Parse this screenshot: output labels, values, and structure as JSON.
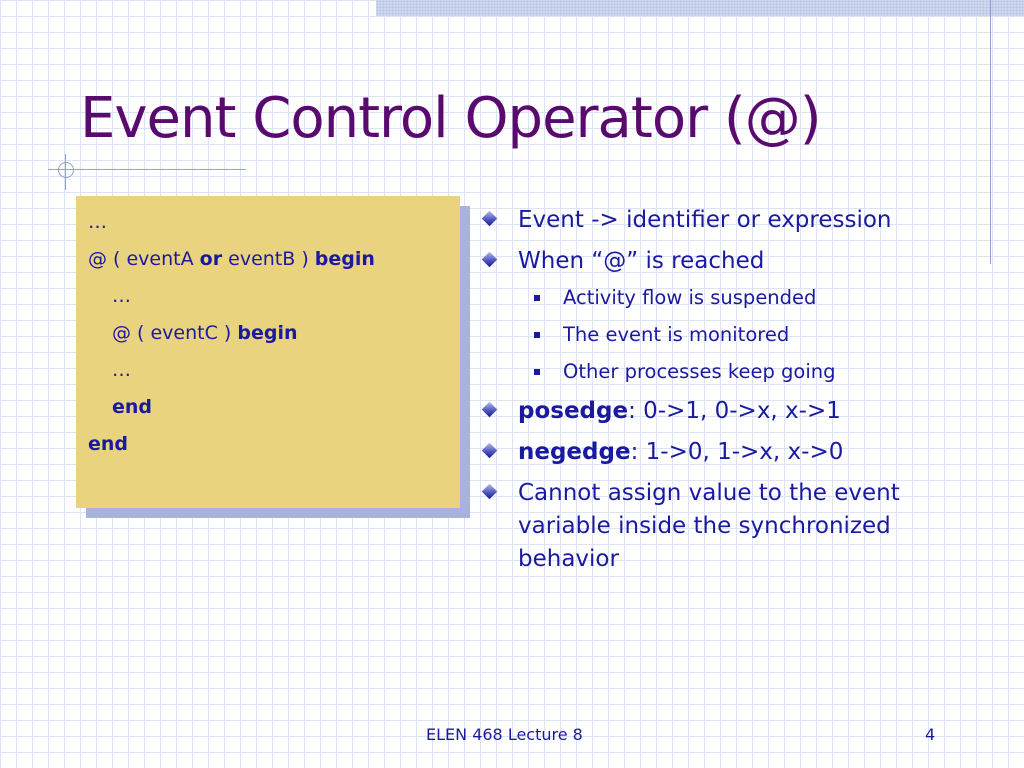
{
  "slide": {
    "title": "Event Control Operator (@)",
    "code": {
      "line1": "…",
      "line2_a": "@ ( eventA ",
      "line2_or": "or",
      "line2_b": " eventB ) ",
      "line2_begin": "begin",
      "line3": "…",
      "line4_a": "@ ( eventC ) ",
      "line4_begin": "begin",
      "line5": "…",
      "line6_end": "end",
      "line7_end": "end"
    },
    "bullets": {
      "b1": "Event -> identifier or expression",
      "b2": "When “@” is reached",
      "sub": [
        "Activity flow is suspended",
        "The event is monitored",
        "Other processes keep going"
      ],
      "b3_kw": "posedge",
      "b3_rest": ": 0->1, 0->x, x->1",
      "b4_kw": "negedge",
      "b4_rest": ": 1->0, 1->x, x->0",
      "b5": "Cannot assign value to the event variable inside the synchronized behavior"
    },
    "footer": {
      "course": "ELEN 468 Lecture 8",
      "page": "4"
    }
  },
  "colors": {
    "title": "#5a0a6e",
    "text": "#1a1aa0",
    "code_bg": "#ead37e",
    "code_shadow": "#a8b3dc"
  },
  "icons": {
    "bullet_level1": "diamond-bullet-icon",
    "bullet_level2": "square-bullet-icon"
  }
}
